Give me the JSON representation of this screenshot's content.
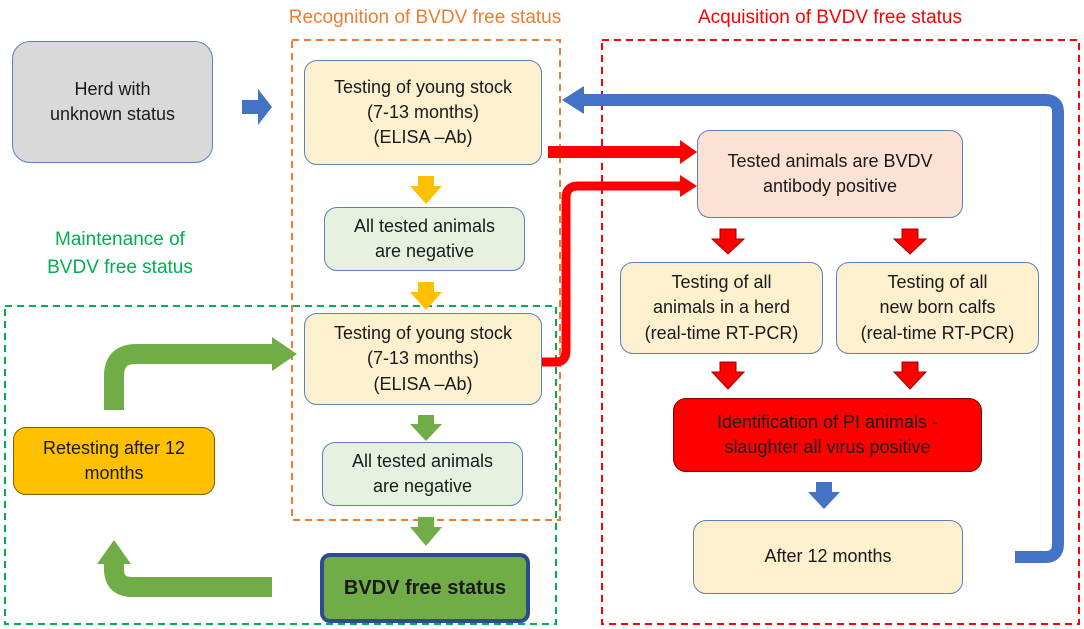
{
  "colors": {
    "orange_frame": "#ed7d31",
    "red_frame": "#ff0000",
    "green_frame": "#00b050",
    "blue_arrow": "#4472c4",
    "yellow_arrow": "#ffc000",
    "red_arrow": "#ff0000",
    "green_arrow": "#70ad47"
  },
  "regions": {
    "recognition": "Recognition of BVDV free status",
    "acquisition": "Acquisition of BVDV free status",
    "maintenance": "Maintenance of\nBVDV free status"
  },
  "nodes": {
    "herd_unknown": "Herd with\nunknown status",
    "testing_young_1": "Testing of young stock\n(7-13 months)\n(ELISA –Ab)",
    "negative_1": "All tested animals\nare negative",
    "testing_young_2": "Testing of young stock\n(7-13 months)\n(ELISA –Ab)",
    "negative_2": "All tested animals\nare negative",
    "free_status": "BVDV free status",
    "retesting": "Retesting after 12\nmonths",
    "antibody_positive": "Tested animals are BVDV\nantibody positive",
    "testing_all_herd": "Testing of all\nanimals in a herd\n(real-time RT-PCR)",
    "testing_newborn": "Testing of all\nnew born calfs\n(real-time RT-PCR)",
    "identification_pi": "Identification of PI animals -\nslaughter all virus positive",
    "after_12": "After 12 months"
  }
}
